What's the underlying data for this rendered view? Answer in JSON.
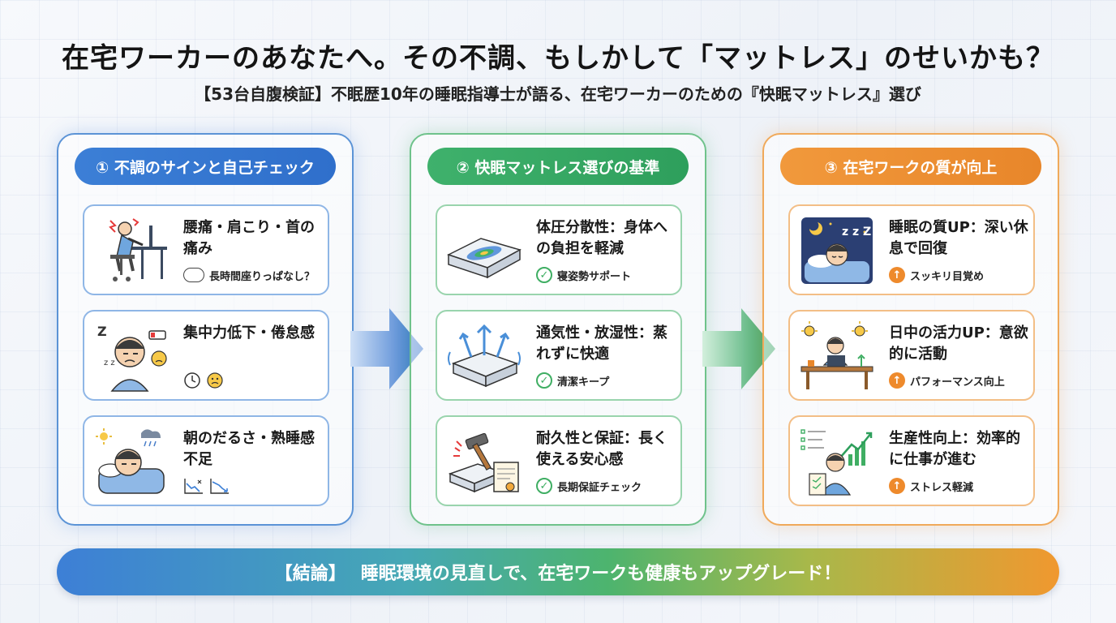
{
  "header": {
    "title": "在宅ワーカーのあなたへ。その不調、もしかして「マットレス」のせいかも？",
    "subtitle": "【53台自腹検証】不眠歴10年の睡眠指導士が語る、在宅ワーカーのための『快眠マットレス』選び"
  },
  "columns": [
    {
      "label": "① 不調のサインと自己チェック",
      "accent": "#3c7fd6",
      "cards": [
        {
          "title": "腰痛・肩こり・首の痛み",
          "note": "長時間座りっぱなし？",
          "icon": "desk-worker-pain-icon"
        },
        {
          "title": "集中力低下・倦怠感",
          "note": "",
          "icon": "tired-person-icon"
        },
        {
          "title": "朝のだるさ・熟睡感不足",
          "note": "",
          "icon": "poor-sleep-icon"
        }
      ]
    },
    {
      "label": "② 快眠マットレス選びの基準",
      "accent": "#3fb16c",
      "cards": [
        {
          "title": "体圧分散性：身体への負担を軽減",
          "note": "寝姿勢サポート",
          "icon": "pressure-mattress-icon"
        },
        {
          "title": "通気性・放湿性：蒸れずに快適",
          "note": "清潔キープ",
          "icon": "breathable-mattress-icon"
        },
        {
          "title": "耐久性と保証：長く使える安心感",
          "note": "長期保証チェック",
          "icon": "hammer-certificate-icon"
        }
      ]
    },
    {
      "label": "③ 在宅ワークの質が向上",
      "accent": "#f1993c",
      "cards": [
        {
          "title": "睡眠の質UP：深い休息で回復",
          "note": "スッキリ目覚め",
          "icon": "deep-sleep-icon"
        },
        {
          "title": "日中の活力UP：意欲的に活動",
          "note": "パフォーマンス向上",
          "icon": "active-worker-icon"
        },
        {
          "title": "生産性向上：効率的に仕事が進む",
          "note": "ストレス軽減",
          "icon": "productivity-chart-icon"
        }
      ]
    }
  ],
  "conclusion": {
    "tag": "【結論】",
    "text": "睡眠環境の見直しで、在宅ワークも健康もアップグレード！"
  }
}
